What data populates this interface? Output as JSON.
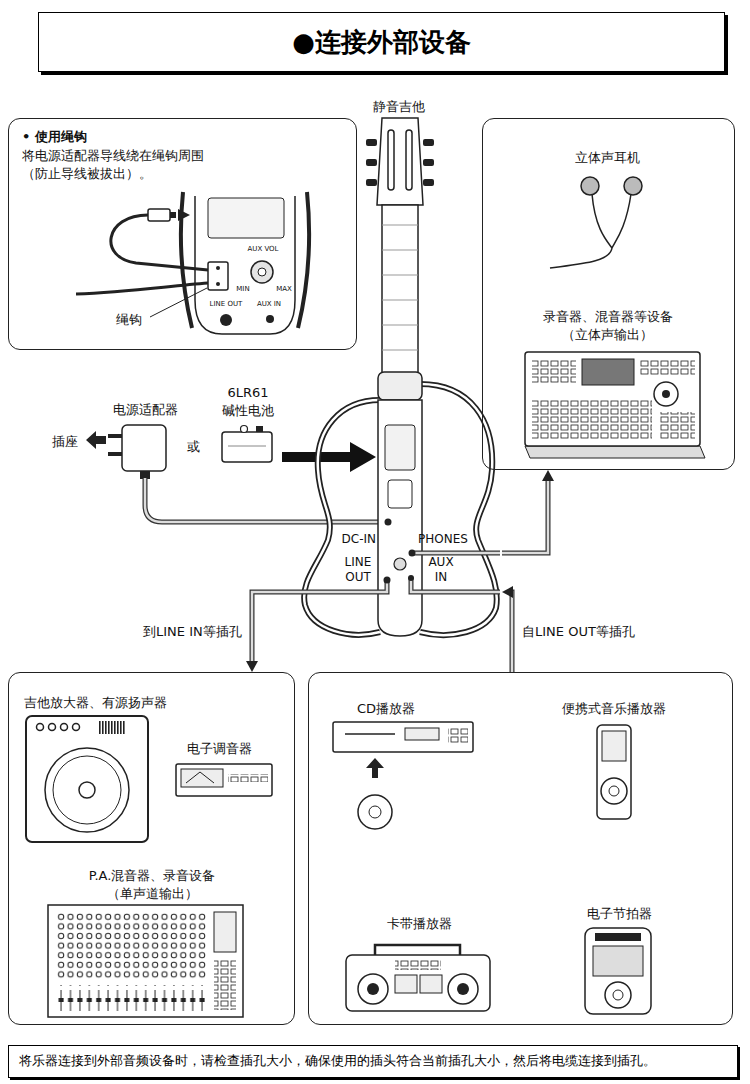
{
  "diagram": {
    "title": "●连接外部设备",
    "caption": "将乐器连接到外部音频设备时，请检查插孔大小，确保使用的插头符合当前插孔大小，然后将电缆连接到插孔。",
    "nodes": [
      {
        "text": [
          "• 使用绳钩",
          "将电源适配器导线绕在绳钩周围 （防止导线被拔出）。"
        ]
      },
      {
        "text": [
          "静音吉他"
        ]
      },
      {
        "text": [
          "立体声耳机",
          "录音器、混音器等设备 （立体声输出）"
        ]
      },
      {
        "text": [
          "吉他放大器、有源扬声器",
          "电子调音器",
          "P.A.混音器、录音设备 （单声道输出）"
        ]
      },
      {
        "text": [
          "CD播放器",
          "便携式音乐播放器",
          "卡带播放器",
          "电子节拍器"
        ]
      }
    ],
    "edges": [
      {
        "from": 1,
        "to": 2,
        "arrow": "to"
      },
      {
        "from": 1,
        "to": 3,
        "label": "到LINE IN等插孔",
        "arrow": "to"
      },
      {
        "from": 4,
        "to": 1,
        "label": "自LINE OUT等插孔",
        "arrow": "to"
      }
    ],
    "labels": [
      "绳钩",
      "AUX VOL",
      "MIN",
      "MAX",
      "LINE OUT",
      "AUX IN",
      "电源适配器",
      "插座",
      "或",
      "6LR61 碱性电池",
      "DC-IN",
      "PHONES",
      "LINE OUT",
      "AUX IN"
    ]
  }
}
